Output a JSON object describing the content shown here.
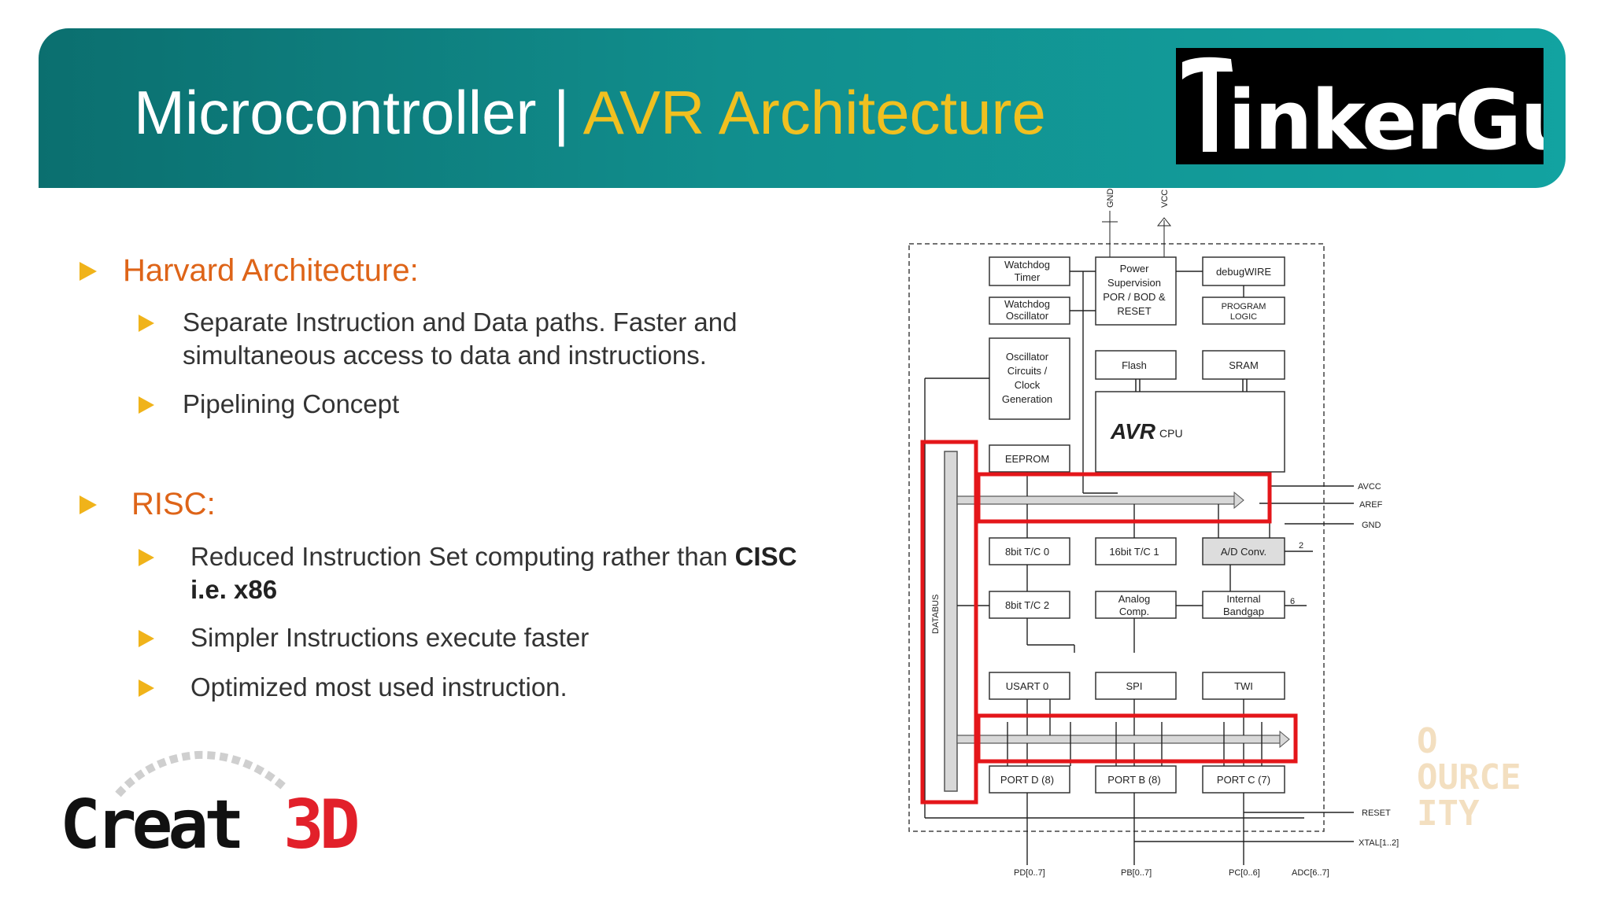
{
  "slide": {
    "title_main": "Microcontroller | ",
    "title_accent": "AVR Architecture",
    "logo_text": "TinkerGuru",
    "footer_logo_text": "Creat3D"
  },
  "sections": [
    {
      "heading": "Harvard Architecture:",
      "items": [
        {
          "line1": "Separate Instruction and Data paths. Faster and",
          "line2": "simultaneous access to data and instructions."
        },
        {
          "line1": "Pipelining Concept"
        }
      ]
    },
    {
      "heading": "RISC:",
      "items": [
        {
          "line1": "Reduced Instruction Set computing rather than ",
          "bold": "CISC",
          "line2bold": "i.e. x86"
        },
        {
          "line1": "Simpler Instructions execute faster"
        },
        {
          "line1": "Optimized most used instruction."
        }
      ]
    }
  ],
  "diagram": {
    "blocks": {
      "watchdog_timer": [
        "Watchdog",
        "Timer"
      ],
      "watchdog_osc": [
        "Watchdog",
        "Oscillator"
      ],
      "power": [
        "Power",
        "Supervision",
        "POR / BOD &",
        "RESET"
      ],
      "debugwire": "debugWIRE",
      "program_logic": [
        "PROGRAM",
        "LOGIC"
      ],
      "osc_circuits": [
        "Oscillator",
        "Circuits /",
        "Clock",
        "Generation"
      ],
      "flash": "Flash",
      "sram": "SRAM",
      "cpu_logo": "AVR",
      "cpu": "CPU",
      "eeprom": "EEPROM",
      "t0": "8bit T/C 0",
      "t1": "16bit T/C 1",
      "adc": "A/D Conv.",
      "t2": "8bit T/C 2",
      "analog": [
        "Analog",
        "Comp."
      ],
      "bandgap": [
        "Internal",
        "Bandgap"
      ],
      "usart": "USART 0",
      "spi": "SPI",
      "twi": "TWI",
      "portd": "PORT D (8)",
      "portb": "PORT B (8)",
      "portc": "PORT C (7)",
      "databus": "DATABUS"
    },
    "pins": {
      "gnd_top": "GND",
      "vcc_top": "VCC",
      "avcc": "AVCC",
      "aref": "AREF",
      "gnd_right": "GND",
      "reset": "RESET",
      "xtal": "XTAL[1..2]",
      "pd": "PD[0..7]",
      "pb": "PB[0..7]",
      "pc": "PC[0..6]",
      "adc": "ADC[6..7]",
      "n2": "2",
      "n6": "6"
    },
    "highlight_color": "#e4161a"
  },
  "watermark": {
    "l1": "O",
    "l2": "OURCE",
    "l3": "ITY"
  },
  "colors": {
    "accent": "#f0c020",
    "heading": "#de6418",
    "bullet": "#f0b31a",
    "banner": "#118e8d"
  }
}
